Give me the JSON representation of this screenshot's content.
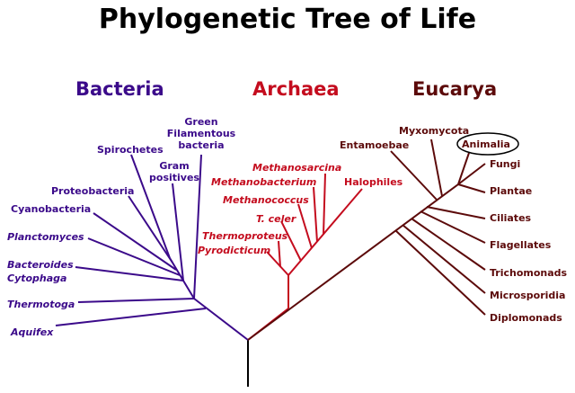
{
  "title": "Phylogenetic Tree of Life",
  "colors": {
    "bacteria": "#3b0a8a",
    "archaea": "#c40c1e",
    "eucarya": "#5c0a0a",
    "title": "#000000",
    "root": "#000000"
  },
  "domains": {
    "bacteria": "Bacteria",
    "archaea": "Archaea",
    "eucarya": "Eucarya"
  },
  "bacteria": {
    "green_filamentous_1": "Green",
    "green_filamentous_2": "Filamentous",
    "green_filamentous_3": "bacteria",
    "spirochetes": "Spirochetes",
    "gram_positives_1": "Gram",
    "gram_positives_2": "positives",
    "proteobacteria": "Proteobacteria",
    "cyanobacteria": "Cyanobacteria",
    "planctomyces": "Planctomyces",
    "bacteroides_1": "Bacteroides",
    "bacteroides_2": "Cytophaga",
    "thermotoga": "Thermotoga",
    "aquifex": "Aquifex"
  },
  "archaea": {
    "methanosarcina": "Methanosarcina",
    "methanobacterium": "Methanobacterium",
    "halophiles": "Halophiles",
    "methanococcus": "Methanococcus",
    "t_celer": "T. celer",
    "thermoproteus": "Thermoproteus",
    "pyrodicticum": "Pyrodicticum"
  },
  "eucarya": {
    "myxomycota": "Myxomycota",
    "entamoebae": "Entamoebae",
    "animalia": "Animalia",
    "fungi": "Fungi",
    "plantae": "Plantae",
    "ciliates": "Ciliates",
    "flagellates": "Flagellates",
    "trichomonads": "Trichomonads",
    "microsporidia": "Microsporidia",
    "diplomonads": "Diplomonads"
  }
}
